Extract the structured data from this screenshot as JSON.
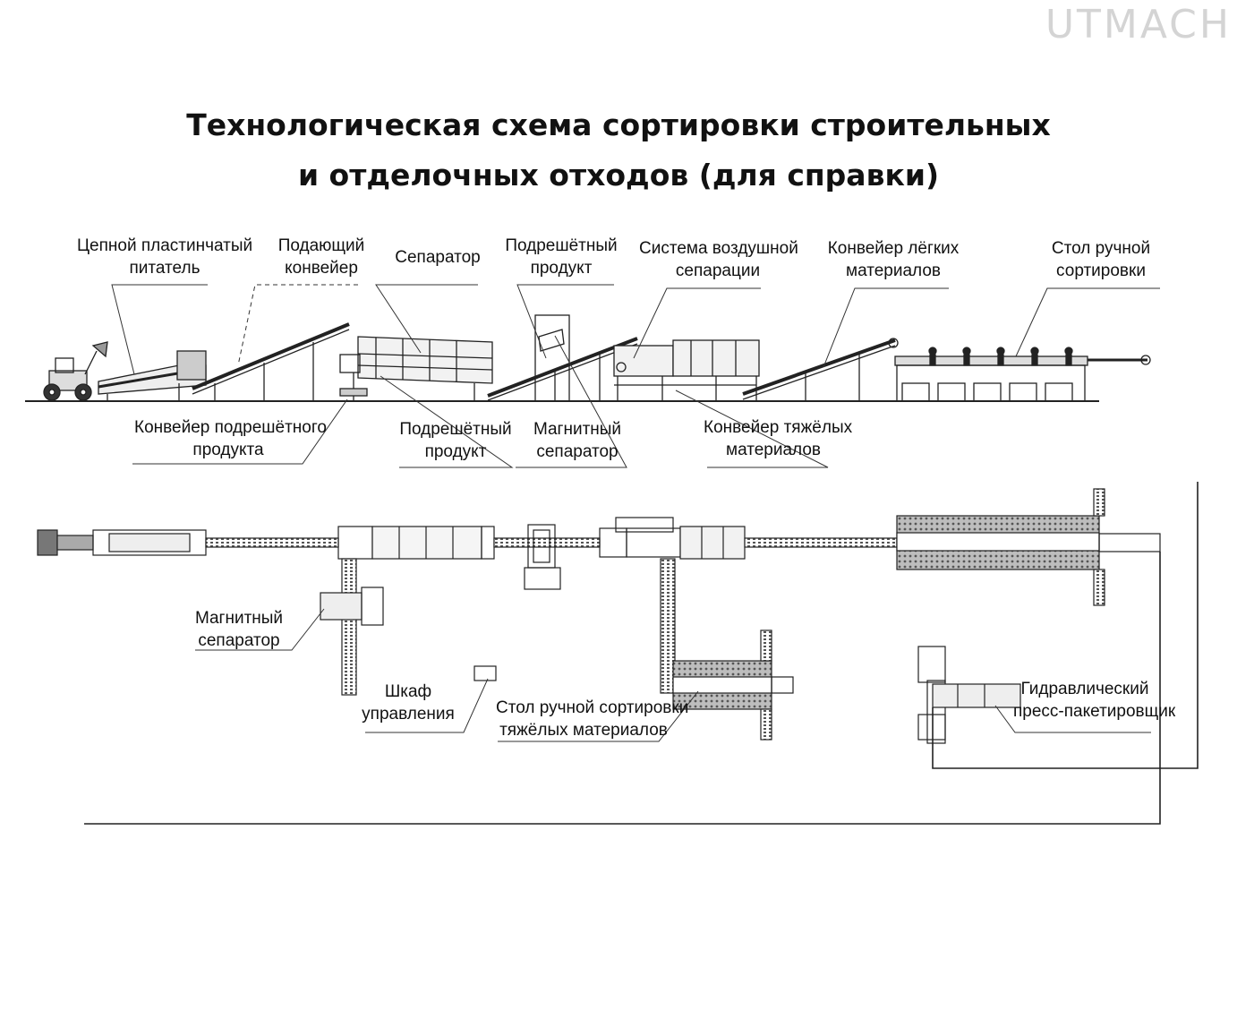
{
  "watermark": "UTMACH",
  "title": {
    "line1": "Технологическая схема сортировки строительных",
    "line2": "и отделочных отходов (для справки)"
  },
  "side_view_labels": {
    "chain_feeder": [
      "Цепной пластинчатый",
      "питатель"
    ],
    "feed_conveyor": [
      "Подающий",
      "конвейер"
    ],
    "separator": [
      "Сепаратор"
    ],
    "undersize_product_top": [
      "Подрешётный",
      "продукт"
    ],
    "air_separation": [
      "Система воздушной",
      "сепарации"
    ],
    "light_conveyor": [
      "Конвейер лёгких",
      "материалов"
    ],
    "manual_sorting_table": [
      "Стол ручной",
      "сортировки"
    ],
    "undersize_conveyor": [
      "Конвейер подрешётного",
      "продукта"
    ],
    "undersize_product_bottom": [
      "Подрешётный",
      "продукт"
    ],
    "magnetic_separator_top": [
      "Магнитный",
      "сепаратор"
    ],
    "heavy_conveyor": [
      "Конвейер тяжёлых",
      "материалов"
    ]
  },
  "plan_view_labels": {
    "magnetic_separator": [
      "Магнитный",
      "сепаратор"
    ],
    "control_cabinet": [
      "Шкаф",
      "управления"
    ],
    "heavy_sorting_table": [
      "Стол ручной сортировки",
      "тяжёлых материалов"
    ],
    "hydraulic_press": [
      "Гидравлический",
      "пресс-пакетировщик"
    ]
  }
}
